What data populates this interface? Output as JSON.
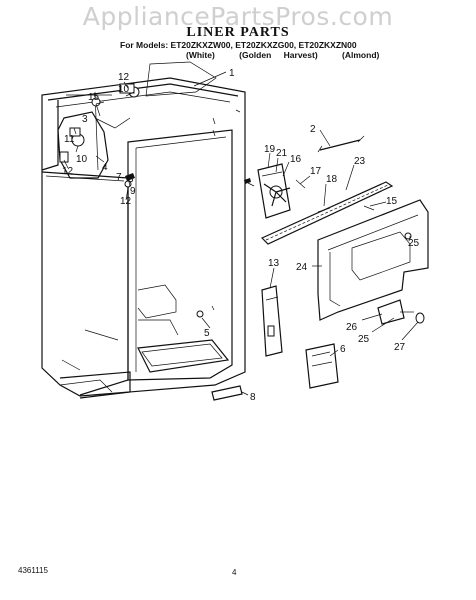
{
  "watermark": "AppliancePartsPros.com",
  "title": "LINER PARTS",
  "models_line": "For Models: ET20ZKXZW00, ET20ZKXZG00, ET20ZKXZN00",
  "colors": [
    "(White)",
    "(Golden Harvest)",
    "(Almond)"
  ],
  "callouts": [
    "1",
    "2",
    "3",
    "4",
    "5",
    "6",
    "7",
    "8",
    "9",
    "10",
    "11",
    "12",
    "13",
    "15",
    "16",
    "17",
    "18",
    "19",
    "21",
    "23",
    "24",
    "25",
    "26",
    "27"
  ],
  "doc_number": "4361115",
  "page_number": "4"
}
